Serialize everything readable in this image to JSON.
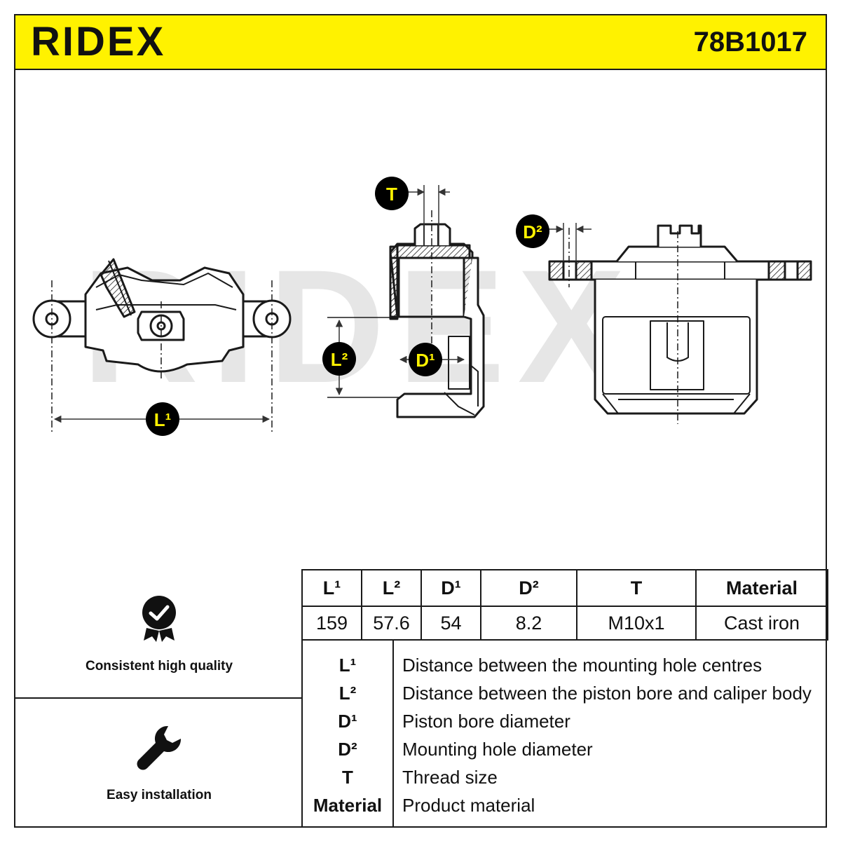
{
  "header": {
    "logo_text": "RIDEX",
    "brand_color": "#FFF200",
    "part_number": "78B1017"
  },
  "drawing": {
    "watermark_text": "RIDEX",
    "badges": {
      "L1": "L¹",
      "L2": "L²",
      "D1": "D¹",
      "D2": "D²",
      "T": "T"
    }
  },
  "features": [
    {
      "icon": "quality-badge-icon",
      "label": "Consistent high quality"
    },
    {
      "icon": "wrench-icon",
      "label": "Easy installation"
    }
  ],
  "specs": {
    "headers": [
      "L¹",
      "L²",
      "D¹",
      "D²",
      "T",
      "Material"
    ],
    "values": [
      "159",
      "57.6",
      "54",
      "8.2",
      "M10x1",
      "Cast iron"
    ]
  },
  "legend": [
    {
      "key": "L¹",
      "desc": "Distance between the mounting hole centres"
    },
    {
      "key": "L²",
      "desc": "Distance between the piston bore and caliper body"
    },
    {
      "key": "D¹",
      "desc": "Piston bore diameter"
    },
    {
      "key": "D²",
      "desc": "Mounting hole diameter"
    },
    {
      "key": "T",
      "desc": "Thread size"
    },
    {
      "key": "Material",
      "desc": "Product material"
    }
  ]
}
